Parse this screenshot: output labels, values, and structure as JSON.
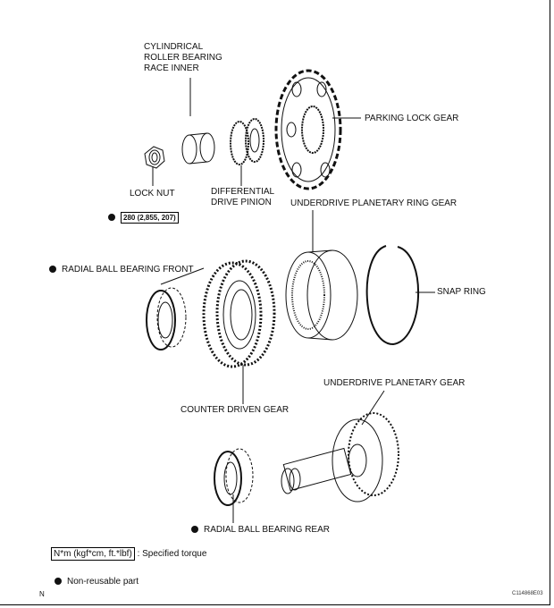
{
  "labels": {
    "cyl_roller": [
      "CYLINDRICAL",
      "ROLLER BEARING",
      "RACE INNER"
    ],
    "parking_lock_gear": "PARKING LOCK GEAR",
    "lock_nut": "LOCK NUT",
    "diff_drive_pinion": [
      "DIFFERENTIAL",
      "DRIVE PINION"
    ],
    "underdrive_ring_gear": "UNDERDRIVE PLANETARY RING GEAR",
    "torque_value": "280 (2,855, 207)",
    "radial_front": "RADIAL BALL BEARING FRONT",
    "snap_ring": "SNAP RING",
    "underdrive_gear": "UNDERDRIVE PLANETARY GEAR",
    "counter_driven_gear": "COUNTER DRIVEN GEAR",
    "radial_rear": "RADIAL BALL BEARING REAR"
  },
  "legend": {
    "torque_unit": "N*m (kgf*cm, ft.*lbf)",
    "torque_desc": ": Specified torque",
    "nonreusable": "Non-reusable part"
  },
  "corner_n": "N",
  "figure_code": "C114868E03"
}
